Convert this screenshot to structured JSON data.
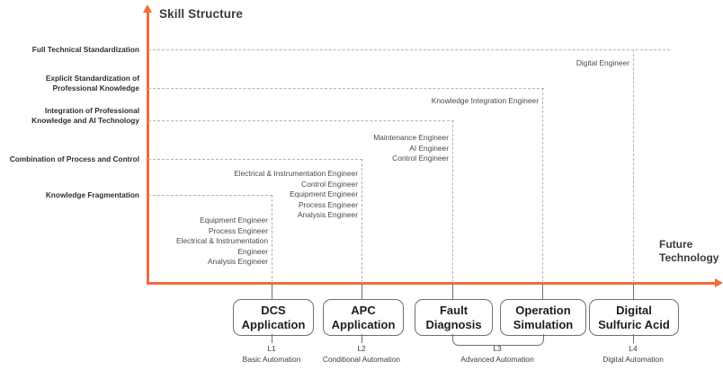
{
  "axes": {
    "y_title": "Skill Structure",
    "x_title_line1": "Future",
    "x_title_line2": "Technology",
    "accent_color": "#F26B3A",
    "grid_color": "#b3b3b3"
  },
  "y_levels": [
    {
      "label": "Full Technical Standardization"
    },
    {
      "label": "Explicit Standardization of\nProfessional Knowledge"
    },
    {
      "label": "Integration of Professional\nKnowledge and AI Technology"
    },
    {
      "label": "Combination of Process and Control"
    },
    {
      "label": "Knowledge Fragmentation"
    }
  ],
  "role_groups": [
    {
      "name": "dcs-roles",
      "text": "Equipment Engineer\nProcess Engineer\nElectrical & Instrumentation\nEngineer\nAnalysis Engineer"
    },
    {
      "name": "apc-roles",
      "text": "Electrical & Instrumentation Engineer\nControl Engineer\nEquipment Engineer\nProcess Engineer\nAnalysis Engineer"
    },
    {
      "name": "fault-roles",
      "text": "Maintenance Engineer\nAI Engineer\nControl Engineer"
    },
    {
      "name": "operation-roles",
      "text": "Knowledge Integration Engineer"
    },
    {
      "name": "digital-roles",
      "text": "Digital Engineer"
    }
  ],
  "nodes": [
    {
      "id": "dcs",
      "line1": "DCS",
      "line2": "Application"
    },
    {
      "id": "apc",
      "line1": "APC",
      "line2": "Application"
    },
    {
      "id": "fault",
      "line1": "Fault",
      "line2": "Diagnosis"
    },
    {
      "id": "operation",
      "line1": "Operation",
      "line2": "Simulation"
    },
    {
      "id": "digital",
      "line1": "Digital",
      "line2": "Sulfuric Acid"
    }
  ],
  "levels": [
    {
      "code": "L1",
      "desc": "Basic Automation"
    },
    {
      "code": "L2",
      "desc": "Conditional Automation"
    },
    {
      "code": "L3",
      "desc": "Advanced Automation"
    },
    {
      "code": "L4",
      "desc": "Digital Automation"
    }
  ]
}
